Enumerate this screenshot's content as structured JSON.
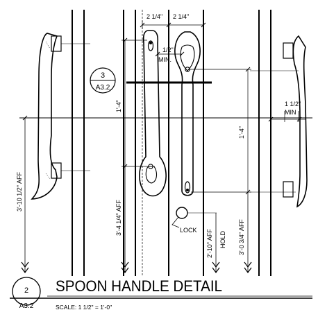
{
  "drawing": {
    "dims": {
      "top_left": "2 1/4\"",
      "top_right": "2 1/4\"",
      "min_clear": "1/2\"",
      "min_label": "MIN.",
      "side_clear": "1 1/2\"",
      "side_min": "MIN",
      "height_left_rail": "3'-10 1/2\" AFF",
      "height_spoon_center": "3'-4 1/4\" AFF",
      "height_right_spoon": "3'-0 3/4\" AFF",
      "length_left_spoon": "1'-4\"",
      "length_right_spoon": "1'-4\"",
      "lock_height": "2'-10\" AFF",
      "hold": "HOLD",
      "lock": "LOCK"
    },
    "section_bubble": {
      "number": "3",
      "sheet": "A3.2"
    },
    "title_block": {
      "number": "2",
      "sheet": "A3.2",
      "title": "SPOON HANDLE DETAIL",
      "scale": "SCALE: 1 1/2\" = 1'-0\""
    }
  }
}
